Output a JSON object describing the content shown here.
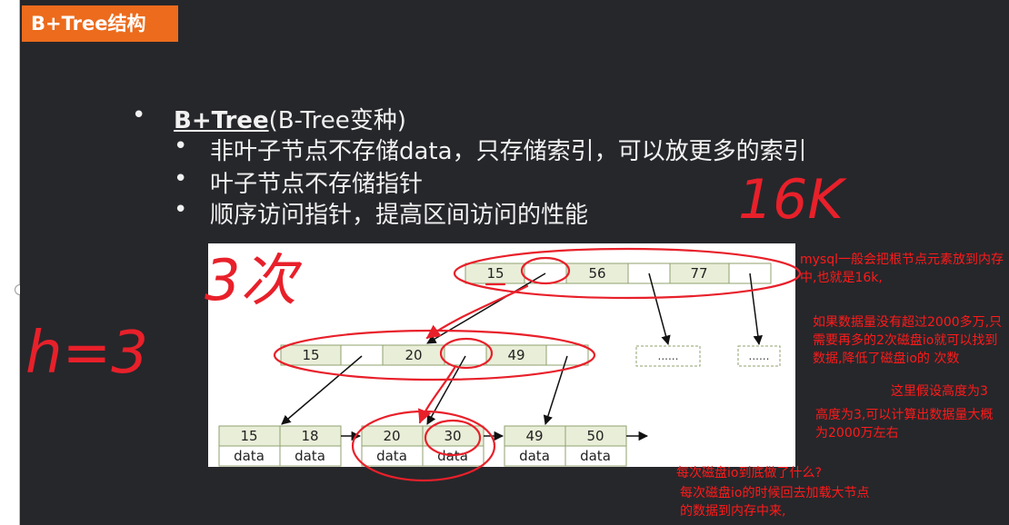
{
  "title": "B+Tree结构",
  "bullets": {
    "main_strong": "B+Tree",
    "main_rest": "(B-Tree变种)",
    "items": [
      "非叶子节点不存储data，只存储索引，可以放更多的索引",
      "叶子节点不存储指针",
      "顺序访问指针，提高区间访问的性能"
    ],
    "marker": "•"
  },
  "tree": {
    "root": [
      "15",
      "",
      "56",
      "",
      "77",
      ""
    ],
    "level2": [
      "15",
      "",
      "20",
      "",
      "49",
      ""
    ],
    "placeholders": [
      "......",
      "......"
    ],
    "leaves": [
      {
        "key": "15",
        "val": "data"
      },
      {
        "key": "18",
        "val": "data"
      },
      {
        "key": "20",
        "val": "data"
      },
      {
        "key": "30",
        "val": "data"
      },
      {
        "key": "49",
        "val": "data"
      },
      {
        "key": "50",
        "val": "data"
      }
    ]
  },
  "handwriting": {
    "size": "16K",
    "times": "3次",
    "height": "h=3"
  },
  "annotations": {
    "root_note": "mysql一般会把根节点元素放到内存中,也就是16k,",
    "capacity_note": "如果数据量没有超过2000多万,只需要再多的2次磁盘io就可以找到数据,降低了磁盘io的 次数",
    "height_assumption": "这里假设高度为3",
    "height_calc": "高度为3,可以计算出数据量大概为2000万左右",
    "io_question": "每次磁盘io到底做了什么?",
    "io_answer": "每次磁盘io的时候回去加载大节点的数据到内存中来,"
  },
  "colors": {
    "slide_bg": "#26272b",
    "title_bg": "#ec6b1c",
    "cell_fill": "#e9eed8",
    "cell_border": "#8fa16e",
    "ink": "#e8202a"
  }
}
